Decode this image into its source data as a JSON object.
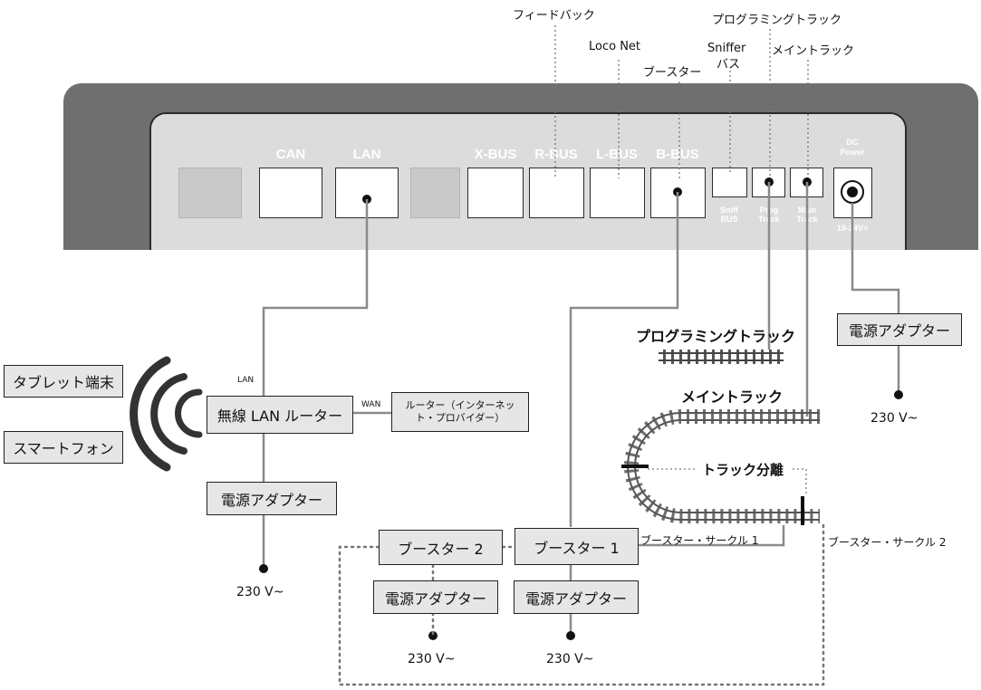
{
  "top_labels": {
    "feedback": "フィードバック",
    "prog_track": "プログラミングトラック",
    "loconet": "Loco Net",
    "sniffer": "Sniffer",
    "bus": "バス",
    "main_track": "メイントラック",
    "booster": "ブースター"
  },
  "ports": {
    "can": "CAN",
    "lan": "LAN",
    "xbus": "X-BUS",
    "rbus": "R-BUS",
    "lbus": "L-BUS",
    "bbus": "B-BUS",
    "dc_power_1": "DC",
    "dc_power_2": "Power",
    "sniff_1": "Sniff",
    "sniff_2": "BUS",
    "prog_1": "Prog",
    "prog_2": "Track",
    "main_1": "Main",
    "main_2": "Track",
    "voltage": "18-24V="
  },
  "devices": {
    "tablet": "タブレット端末",
    "smartphone": "スマートフォン",
    "wlan_router": "無線 LAN ルーター",
    "router_line1": "ルーター（インターネッ",
    "router_line2": "ト・プロバイダー）",
    "lan_tag": "LAN",
    "wan_tag": "WAN",
    "psu_left": "電源アダプター",
    "psu_right": "電源アダプター",
    "booster2": "ブースター 2",
    "booster1": "ブースター 1",
    "psu_b2": "電源アダプター",
    "psu_b1": "電源アダプター"
  },
  "track_labels": {
    "prog_track": "プログラミングトラック",
    "main_track": "メイントラック",
    "separation": "トラック分離",
    "circle1": "ブースター・サークル 1",
    "circle2": "ブースター・サークル 2"
  },
  "voltages": {
    "left": "230 V~",
    "right": "230 V~",
    "b2": "230 V~",
    "b1": "230 V~"
  },
  "colors": {
    "station_outer": "#6f6f6f",
    "station_inner": "#dcdcdc",
    "wire": "#8a8a8a",
    "box_fill": "#e6e6e6",
    "dotted": "#7a7a7a",
    "track": "#555555"
  }
}
